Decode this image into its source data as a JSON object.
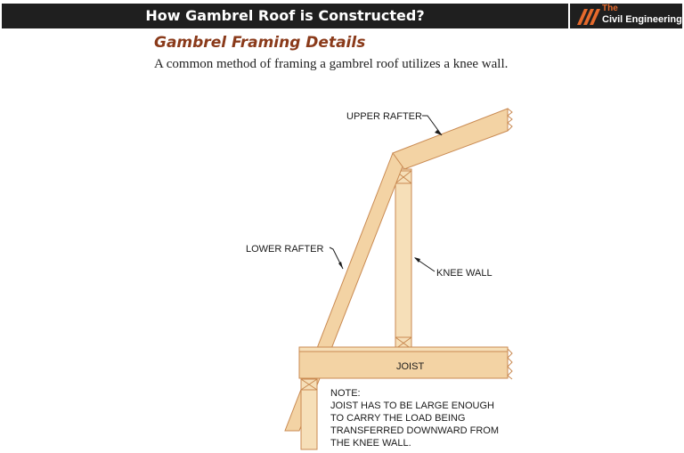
{
  "header": {
    "title": "How Gambrel Roof is Constructed?",
    "logo_top": "The",
    "logo_name": "Civil Engineering"
  },
  "figure": {
    "heading": "Gambrel Framing Details",
    "caption": "A common method of framing a gambrel roof utilizes a knee wall.",
    "labels": {
      "upper_rafter": "UPPER RAFTER",
      "lower_rafter": "LOWER RAFTER",
      "knee_wall": "KNEE WALL",
      "joist": "JOIST"
    },
    "note": [
      "NOTE:",
      "JOIST HAS TO BE LARGE ENOUGH",
      "TO CARRY THE LOAD BEING",
      "TRANSFERRED DOWNWARD FROM",
      "THE KNEE WALL."
    ]
  },
  "colors": {
    "banner": "#1f1f1f",
    "heading": "#8a3a1a",
    "logo_accent": "#e66a2c",
    "lumber": "#f3d3a4",
    "lumber_stroke": "#c98a52"
  }
}
